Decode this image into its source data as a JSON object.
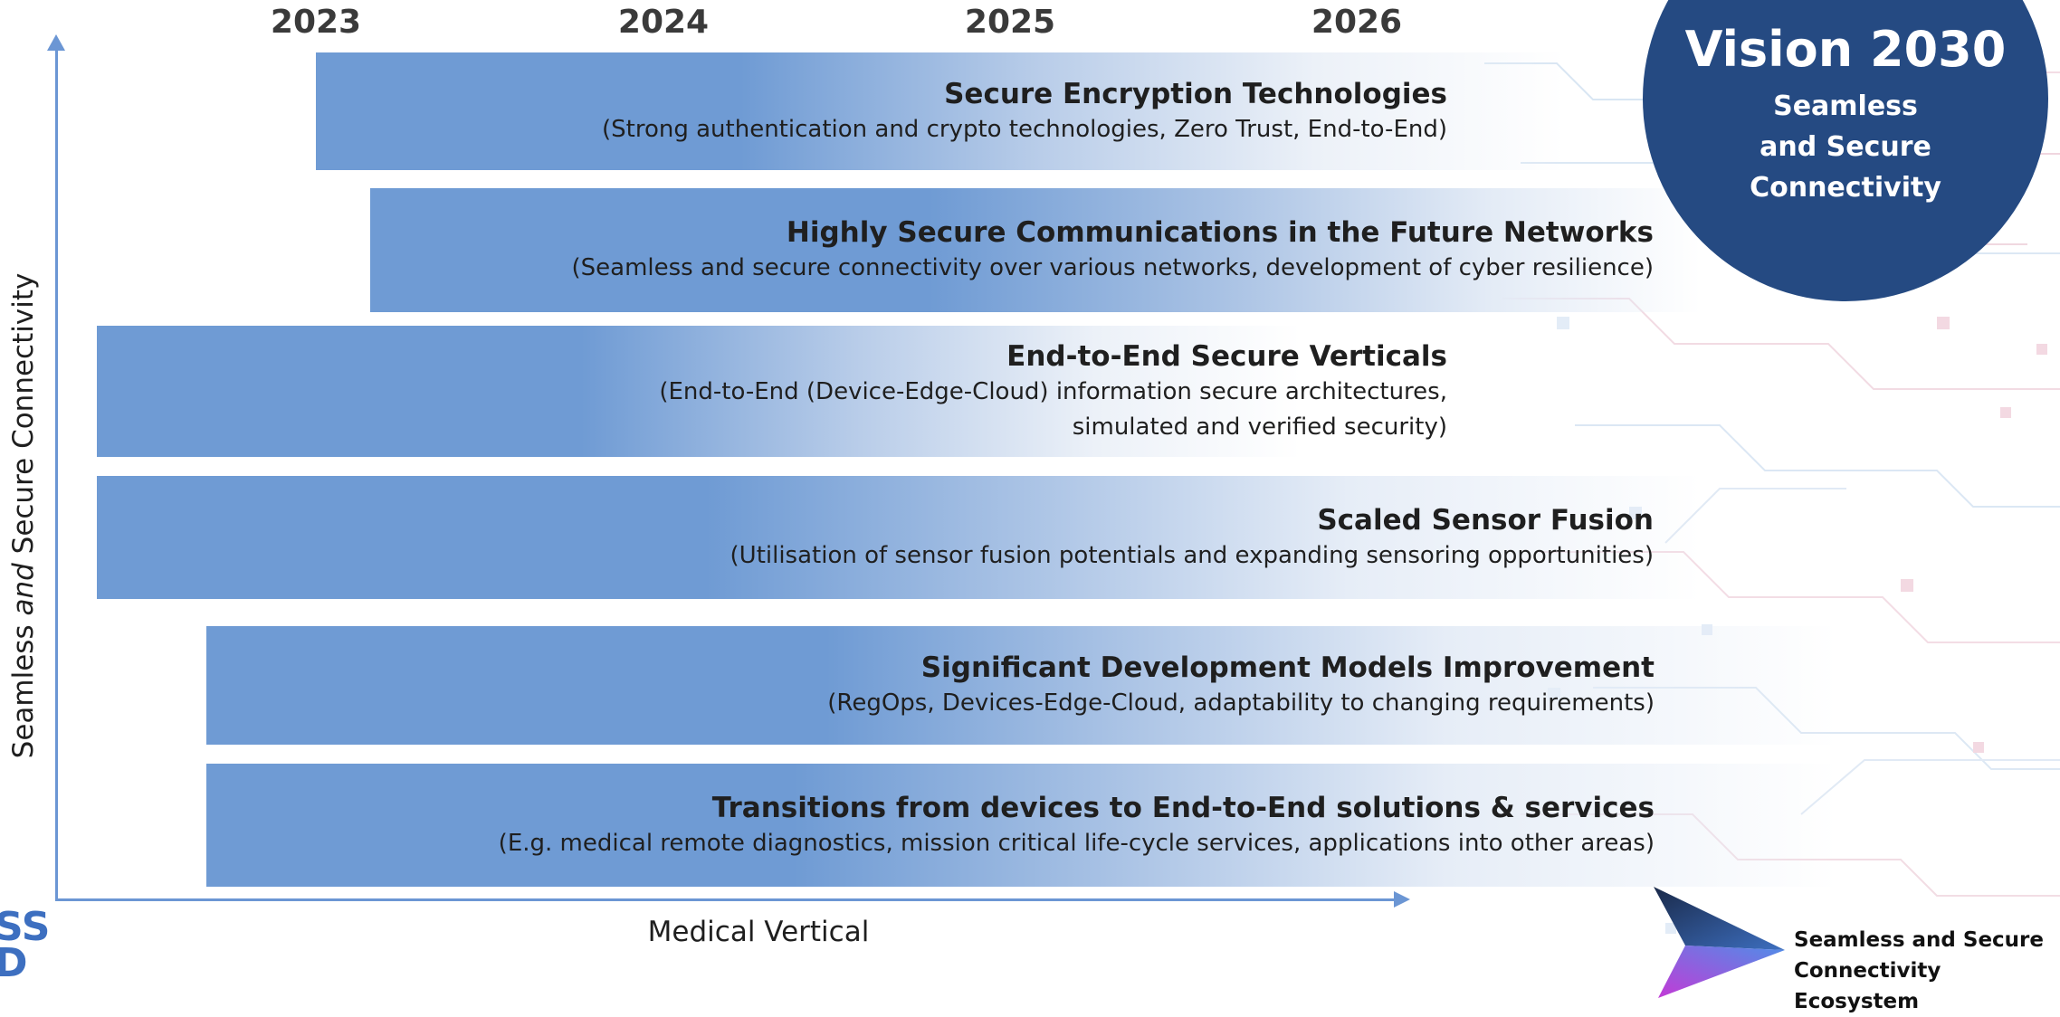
{
  "years": [
    "2023",
    "2024",
    "2025",
    "2026"
  ],
  "axes": {
    "ylabel_pre": "Seamless ",
    "ylabel_em": "and",
    "ylabel_post": " Secure Connectivity",
    "xlabel": "Medical Vertical"
  },
  "bands": [
    {
      "title": "Secure Encryption Technologies",
      "desc": "(Strong authentication and crypto technologies, Zero Trust, End-to-End)"
    },
    {
      "title": "Highly Secure Communications in the Future Networks",
      "desc": "(Seamless and secure connectivity over various networks, development of cyber resilience)"
    },
    {
      "title": "End-to-End Secure Verticals",
      "desc": "(End-to-End (Device-Edge-Cloud) information secure architectures,\nsimulated and verified security)"
    },
    {
      "title": "Scaled Sensor Fusion",
      "desc": "(Utilisation of sensor fusion potentials and expanding sensoring opportunities)"
    },
    {
      "title": "Significant Development Models Improvement",
      "desc": "(RegOps, Devices-Edge-Cloud, adaptability to changing requirements)"
    },
    {
      "title": "Transitions from devices to End-to-End solutions & services",
      "desc": "(E.g. medical remote diagnostics, mission critical life-cycle services, applications into other areas)"
    }
  ],
  "vision": {
    "title": "Vision 2030",
    "subtitle": "Seamless\nand Secure\nConnectivity"
  },
  "logo_left": "SS\nD",
  "ecosystem_label": "Seamless and Secure\nConnectivity Ecosystem",
  "colors": {
    "band": "#6f9bd4",
    "vision_circle": "#254a82",
    "axis": "#6b96d4"
  }
}
